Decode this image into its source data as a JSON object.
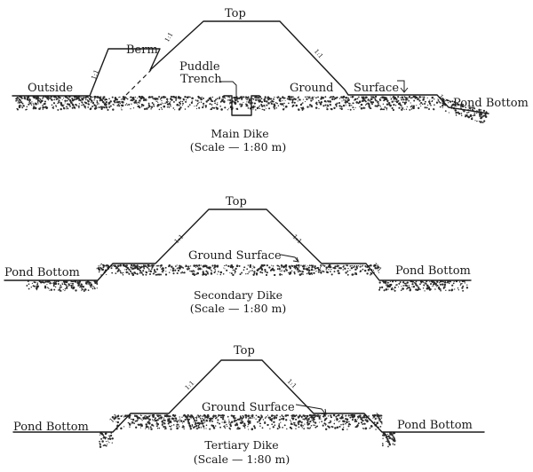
{
  "main_dike": {
    "top": "Top",
    "berm": "Berm",
    "outside": "Outside",
    "puddle_trench_1": "Puddle",
    "puddle_trench_2": "Trench",
    "ground": "Ground",
    "surface": "Surface",
    "pond_bottom": "Pond Bottom",
    "caption": "Main Dike",
    "scale": "(Scale — 1:80 m)",
    "slope": "1:1"
  },
  "secondary_dike": {
    "top": "Top",
    "ground_surface": "Ground Surface",
    "pond_bottom_left": "Pond Bottom",
    "pond_bottom_right": "Pond Bottom",
    "caption": "Secondary Dike",
    "scale": "(Scale — 1:80 m)",
    "slope": "1:1"
  },
  "tertiary_dike": {
    "top": "Top",
    "ground_surface": "Ground Surface",
    "pond_bottom_left": "Pond Bottom",
    "pond_bottom_right": "Pond Bottom",
    "caption": "Tertiary Dike",
    "scale": "(Scale — 1:80 m)",
    "slope": "1:1"
  }
}
